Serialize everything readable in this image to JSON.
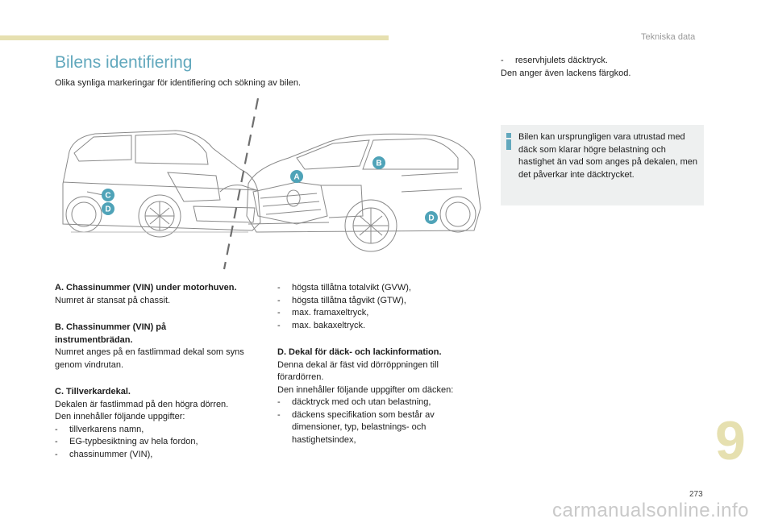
{
  "header": {
    "section": "Tekniska data"
  },
  "title": "Bilens identifiering",
  "intro": "Olika synliga markeringar för identifiering och sökning av bilen.",
  "labels": [
    "A",
    "B",
    "C",
    "D"
  ],
  "colA": {
    "a_head": "A. Chassinummer (VIN) under motorhuven.",
    "a_text": "Numret är stansat på chassit.",
    "b_head": "B. Chassinummer (VIN) på instrumentbrädan.",
    "b_text": "Numret anges på en fastlimmad dekal som syns genom vindrutan.",
    "c_head": "C. Tillverkardekal.",
    "c_text1": "Dekalen är fastlimmad på den högra dörren.",
    "c_text2": "Den innehåller följande uppgifter:",
    "c_items": [
      "tillverkarens namn,",
      "EG-typbesiktning av hela fordon,",
      "chassinummer (VIN),"
    ]
  },
  "colB": {
    "items1": [
      "högsta tillåtna totalvikt (GVW),",
      "högsta tillåtna tågvikt (GTW),",
      "max. framaxeltryck,",
      "max. bakaxeltryck."
    ],
    "d_head": "D. Dekal för däck- och lackinformation.",
    "d_text1": "Denna dekal är fäst vid dörröppningen till förardörren.",
    "d_text2": "Den innehåller följande uppgifter om däcken:",
    "items2": [
      "däcktryck med och utan belastning,",
      "däckens specifikation som består av dimensioner, typ, belastnings- och hastighetsindex,"
    ]
  },
  "colC": {
    "item": "reservhjulets däcktryck.",
    "text": "Den anger även lackens färgkod."
  },
  "info": {
    "text": "Bilen kan ursprungligen vara utrustad med däck som klarar högre belastning och hastighet än vad som anges på dekalen, men det påverkar inte däcktrycket."
  },
  "chapter": "9",
  "page_number": "273",
  "watermark": "carmanualsonline.info",
  "colors": {
    "accent": "#62a8bd",
    "label": "#4fa3b8",
    "tab": "#e6e0b0"
  },
  "icons": [
    "car-side-rear-drawing",
    "car-front-drawing",
    "info-icon"
  ]
}
